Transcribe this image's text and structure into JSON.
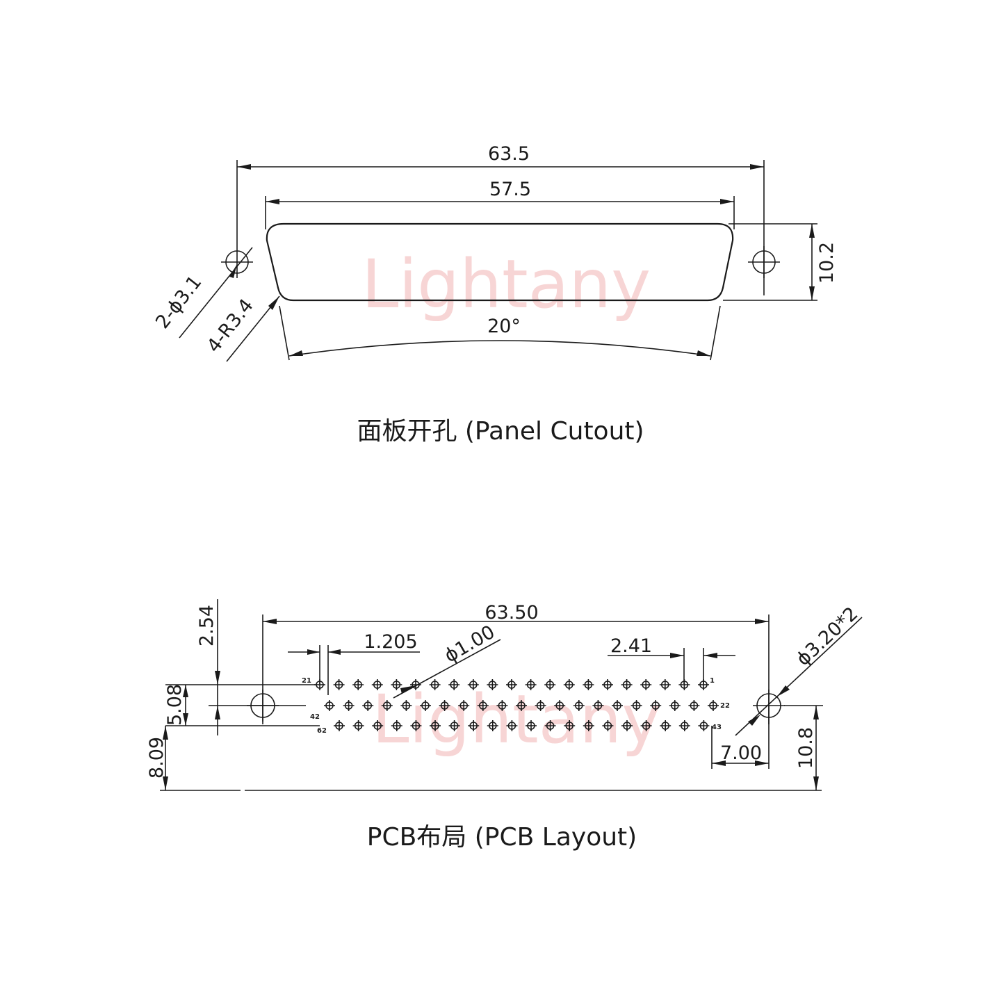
{
  "panel_cutout": {
    "dim_overall": "63.5",
    "dim_inner": "57.5",
    "dim_height": "10.2",
    "dim_hole": "2-ϕ3.1",
    "dim_radius": "4-R3.4",
    "dim_angle": "20°",
    "caption": "面板开孔 (Panel Cutout)"
  },
  "pcb_layout": {
    "dim_overall": "63.50",
    "dim_pitch_half": "1.205",
    "dim_pin_dia": "ϕ1.00",
    "dim_pitch": "2.41",
    "dim_hole": "ϕ3.20*2",
    "dim_row_pitch": "2.54",
    "dim_row_span": "5.08",
    "dim_edge": "8.09",
    "dim_offset": "7.00",
    "dim_height": "10.8",
    "pin_labels": {
      "p21": "21",
      "p1": "1",
      "p42": "42",
      "p22": "22",
      "p62": "62",
      "p43": "43"
    },
    "caption": "PCB布局 (PCB Layout)"
  },
  "watermark": "Lightany"
}
